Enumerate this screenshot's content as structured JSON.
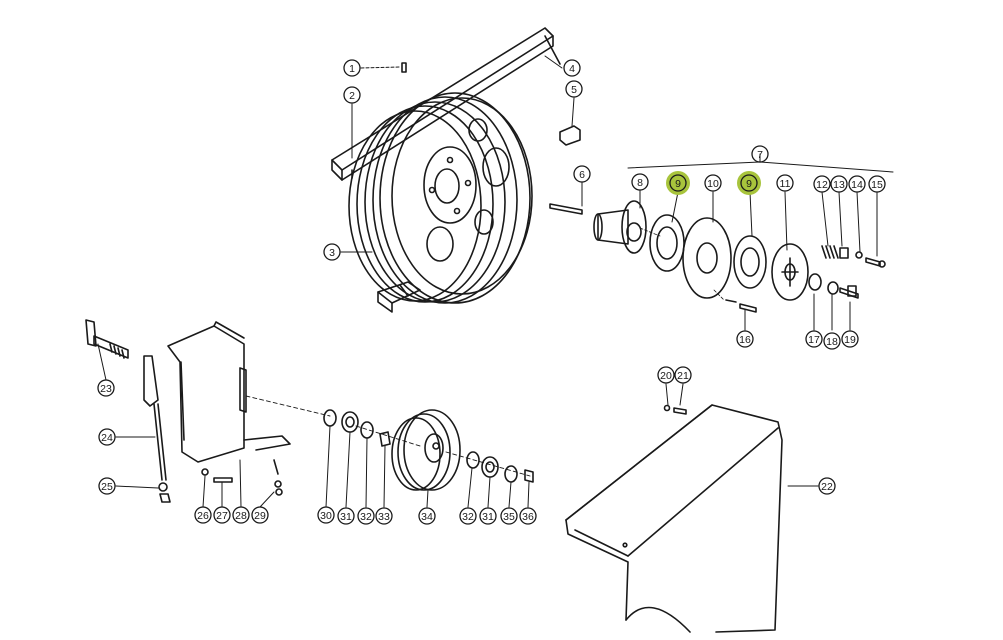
{
  "callouts": {
    "c1": "1",
    "c2": "2",
    "c3": "3",
    "c4": "4",
    "c5": "5",
    "c6": "6",
    "c7": "7",
    "c8": "8",
    "c9a": "9",
    "c9b": "9",
    "c10": "10",
    "c11": "11",
    "c12": "12",
    "c13": "13",
    "c14": "14",
    "c15": "15",
    "c16": "16",
    "c17": "17",
    "c18": "18",
    "c19": "19",
    "c20": "20",
    "c21": "21",
    "c22": "22",
    "c23": "23",
    "c24": "24",
    "c25": "25",
    "c26": "26",
    "c27": "27",
    "c28": "28",
    "c29": "29",
    "c30": "30",
    "c31a": "31",
    "c31b": "31",
    "c32a": "32",
    "c32b": "32",
    "c33": "33",
    "c34": "34",
    "c35": "35",
    "c36": "36"
  },
  "colors": {
    "line": "#1a1a1a",
    "highlight": "#a8c43c",
    "background": "#ffffff"
  }
}
